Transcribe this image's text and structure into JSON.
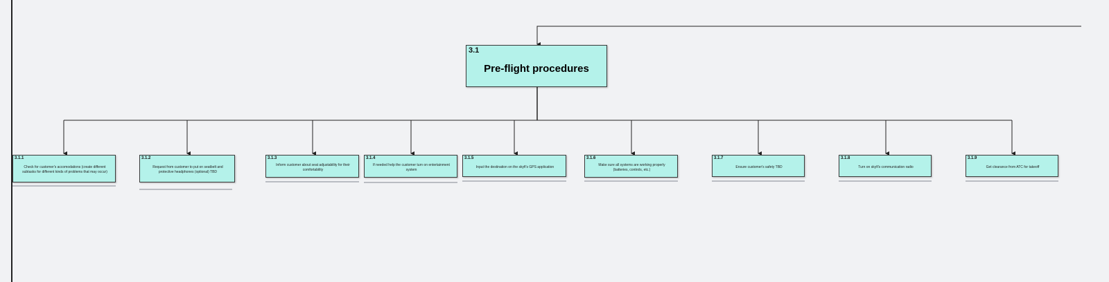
{
  "diagram": {
    "root": {
      "number": "3.1",
      "label": "Pre-flight procedures"
    },
    "children": [
      {
        "number": "3.1.1",
        "label": "Check for customer's accomodations (create different subtasks for different kinds of problems that may occur)"
      },
      {
        "number": "3.1.2",
        "label": "Request from customer to put on seatbelt and protective headphones (optional) TBD"
      },
      {
        "number": "3.1.3",
        "label": "Inform customer about seat adjustability for their comfortability"
      },
      {
        "number": "3.1.4",
        "label": "If needed help the customer turn on entertainment system"
      },
      {
        "number": "3.1.5",
        "label": "Input the destination on the skyfi's GPS application"
      },
      {
        "number": "3.1.6",
        "label": "Make sure all systems are working properly (batteries, controls, etc.)"
      },
      {
        "number": "3.1.7",
        "label": "Ensure customer's safety TBD"
      },
      {
        "number": "3.1.8",
        "label": "Turn on skyfi's communication radio"
      },
      {
        "number": "3.1.9",
        "label": "Get clearance from ATC for takeoff"
      }
    ]
  }
}
